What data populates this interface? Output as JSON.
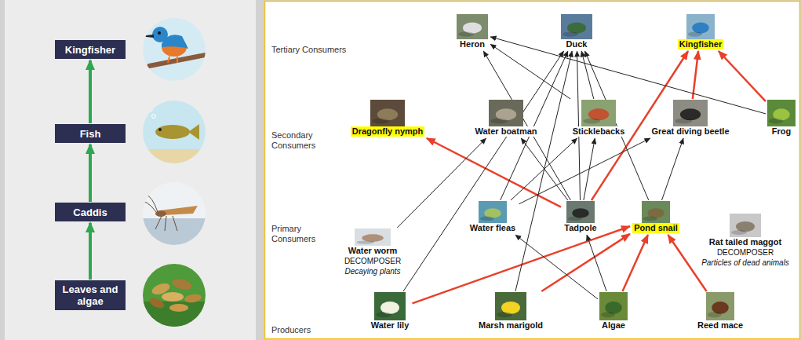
{
  "diagram": {
    "nodes": [
      {
        "text": [
          "Kingfisher"
        ]
      },
      {
        "text": [
          "Fish"
        ]
      },
      {
        "text": [
          "Caddis"
        ]
      },
      {
        "text": [
          "Leaves and algae"
        ]
      },
      {
        "text": [
          "Heron"
        ]
      },
      {
        "text": [
          "Duck"
        ]
      },
      {
        "text": [
          "Kingfisher"
        ]
      },
      {
        "text": [
          "Dragonfly nymph"
        ]
      },
      {
        "text": [
          "Water boatman"
        ]
      },
      {
        "text": [
          "Sticklebacks"
        ]
      },
      {
        "text": [
          "Great diving beetle"
        ]
      },
      {
        "text": [
          "Frog"
        ]
      },
      {
        "text": [
          "Water worm",
          "DECOMPOSER",
          "Decaying plants"
        ]
      },
      {
        "text": [
          "Water fleas"
        ]
      },
      {
        "text": [
          "Tadpole"
        ]
      },
      {
        "text": [
          "Pond snail"
        ]
      },
      {
        "text": [
          "Rat tailed maggot",
          "DECOMPOSER",
          "Particles of dead animals"
        ]
      },
      {
        "text": [
          "Water lily"
        ]
      },
      {
        "text": [
          "Marsh marigold"
        ]
      },
      {
        "text": [
          "Algae"
        ]
      },
      {
        "text": [
          "Reed mace"
        ]
      }
    ],
    "edges": [
      {
        "from": 3,
        "to": 2,
        "arrow": "to"
      },
      {
        "from": 2,
        "to": 1,
        "arrow": "to"
      },
      {
        "from": 1,
        "to": 0,
        "arrow": "to"
      },
      {
        "from": 17,
        "to": 15,
        "arrow": "to"
      },
      {
        "from": 18,
        "to": 15,
        "arrow": "to"
      },
      {
        "from": 19,
        "to": 15,
        "arrow": "to"
      },
      {
        "from": 20,
        "to": 15,
        "arrow": "to"
      },
      {
        "from": 14,
        "to": 7,
        "arrow": "to"
      },
      {
        "from": 14,
        "to": 6,
        "arrow": "to"
      },
      {
        "from": 10,
        "to": 6,
        "arrow": "to"
      },
      {
        "from": 11,
        "to": 6,
        "arrow": "to"
      },
      {
        "from": 11,
        "to": 4,
        "arrow": "to"
      },
      {
        "from": 9,
        "to": 4,
        "arrow": "to"
      },
      {
        "from": 14,
        "to": 4,
        "arrow": "to"
      },
      {
        "from": 17,
        "to": 5,
        "arrow": "to"
      },
      {
        "from": 18,
        "to": 5,
        "arrow": "to"
      },
      {
        "from": 13,
        "to": 5,
        "arrow": "to"
      },
      {
        "from": 9,
        "to": 5,
        "arrow": "to"
      },
      {
        "from": 14,
        "to": 5,
        "arrow": "to"
      },
      {
        "from": 15,
        "to": 5,
        "arrow": "to"
      },
      {
        "from": 12,
        "to": 8,
        "arrow": "to"
      },
      {
        "from": 14,
        "to": 8,
        "arrow": "to"
      },
      {
        "from": 13,
        "to": 9,
        "arrow": "to"
      },
      {
        "from": 14,
        "to": 9,
        "arrow": "to"
      },
      {
        "from": 13,
        "to": 10,
        "arrow": "to"
      },
      {
        "from": 15,
        "to": 10,
        "arrow": "to"
      },
      {
        "from": 19,
        "to": 13,
        "arrow": "to"
      },
      {
        "from": 19,
        "to": 14,
        "arrow": "to"
      }
    ],
    "labels": [
      "Tertiary Consumers",
      "Secondary Consumers",
      "Primary Consumers",
      "Producers"
    ]
  }
}
